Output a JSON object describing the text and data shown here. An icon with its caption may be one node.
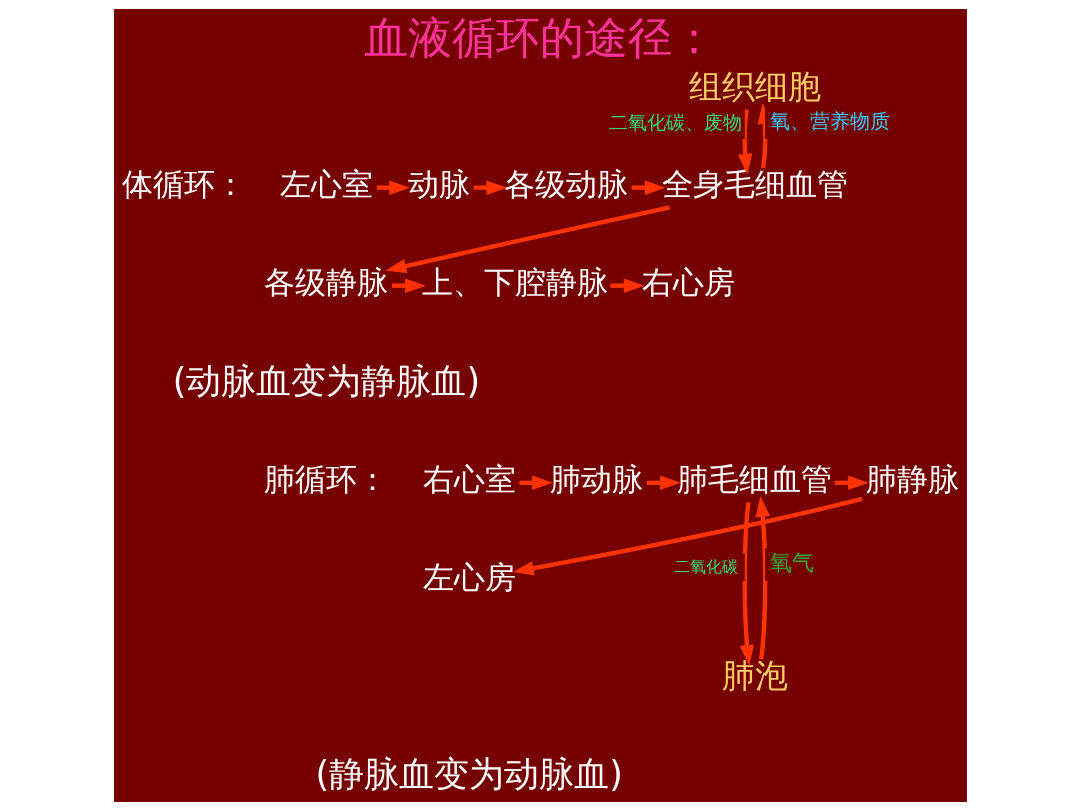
{
  "diagram": {
    "title": "血液循环的途径：",
    "nodes": [
      {
        "text": [
          "组织细胞"
        ]
      },
      {
        "text": [
          "左心室"
        ]
      },
      {
        "text": [
          "动脉"
        ]
      },
      {
        "text": [
          "各级动脉"
        ]
      },
      {
        "text": [
          "全身毛细血管"
        ]
      },
      {
        "text": [
          "各级静脉"
        ]
      },
      {
        "text": [
          "上、下腔静脉"
        ]
      },
      {
        "text": [
          "右心房"
        ]
      },
      {
        "text": [
          "右心室"
        ]
      },
      {
        "text": [
          "肺动脉"
        ]
      },
      {
        "text": [
          "肺毛细血管"
        ]
      },
      {
        "text": [
          "肺静脉"
        ]
      },
      {
        "text": [
          "左心房"
        ]
      },
      {
        "text": [
          "肺泡"
        ]
      }
    ],
    "edges": [
      {
        "from": 4,
        "to": 0,
        "arrow": "to",
        "label": "氧、营养物质"
      },
      {
        "from": 0,
        "to": 4,
        "arrow": "to",
        "label": "二氧化碳、废物"
      },
      {
        "from": 1,
        "to": 2,
        "arrow": "to"
      },
      {
        "from": 2,
        "to": 3,
        "arrow": "to"
      },
      {
        "from": 3,
        "to": 4,
        "arrow": "to"
      },
      {
        "from": 4,
        "to": 5,
        "arrow": "to"
      },
      {
        "from": 5,
        "to": 6,
        "arrow": "to"
      },
      {
        "from": 6,
        "to": 7,
        "arrow": "to"
      },
      {
        "from": 8,
        "to": 9,
        "arrow": "to"
      },
      {
        "from": 9,
        "to": 10,
        "arrow": "to"
      },
      {
        "from": 10,
        "to": 11,
        "arrow": "to"
      },
      {
        "from": 11,
        "to": 12,
        "arrow": "to"
      },
      {
        "from": 10,
        "to": 13,
        "arrow": "to",
        "label": "二氧化碳"
      },
      {
        "from": 13,
        "to": 10,
        "arrow": "to",
        "label": "氧气"
      }
    ],
    "labels": [
      "体循环：",
      "(动脉血变为静脉血)",
      "肺循环：",
      "(静脉血变为动脉血)"
    ]
  }
}
